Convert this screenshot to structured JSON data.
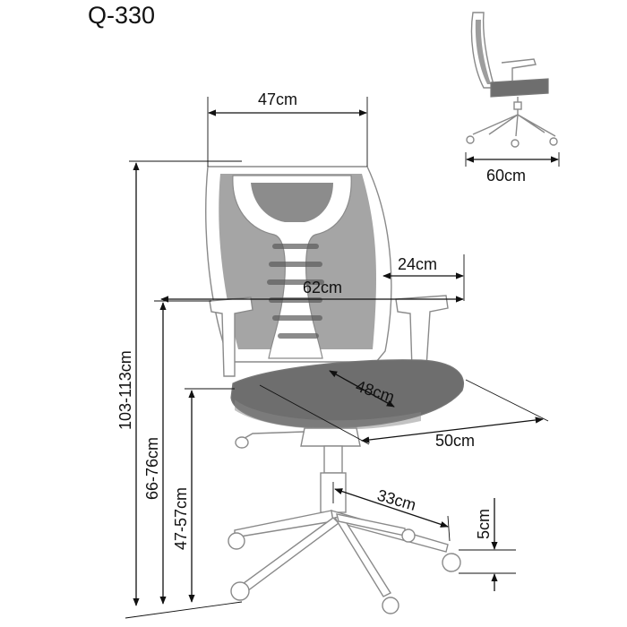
{
  "model": "Q-330",
  "dimensions": {
    "back_width": "47cm",
    "side_depth": "60cm",
    "armrest_depth": "24cm",
    "total_width": "62cm",
    "seat_width": "48cm",
    "seat_depth": "50cm",
    "total_height": "103-113cm",
    "armrest_height": "66-76cm",
    "seat_height": "47-57cm",
    "base_radius": "33cm",
    "wheel_height": "5cm"
  },
  "colors": {
    "line": "#111111",
    "chair_outline": "#8a8a8a",
    "mesh": "#5b5b5b",
    "seat": "#6e6e6e"
  }
}
